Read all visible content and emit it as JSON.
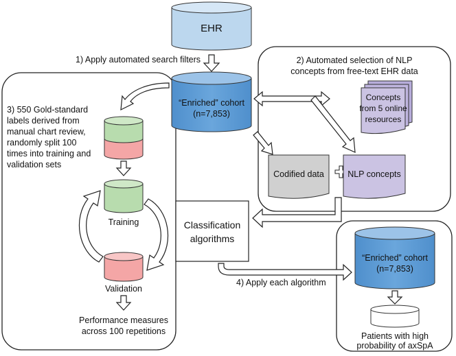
{
  "ehr": {
    "label": "EHR"
  },
  "step1": {
    "label": "1) Apply automated search filters"
  },
  "step2": {
    "line1": "2) Automated selection of NLP",
    "line2": "concepts from free-text EHR data"
  },
  "step3": {
    "lines": [
      "3) 550 Gold-standard",
      "labels derived from",
      "manual chart review,",
      "randomly split 100",
      "times into training and",
      "validation sets"
    ]
  },
  "step4": {
    "label": "4) Apply each algorithm"
  },
  "enriched_cohort": {
    "line1": "“Enriched” cohort",
    "line2": "(n=7,853)"
  },
  "concepts_doc": {
    "line1": "Concepts",
    "line2": "from 5 online",
    "line3": "resources"
  },
  "codified": {
    "label": "Codified data"
  },
  "plus": {
    "label": "+"
  },
  "nlp": {
    "label": "NLP concepts"
  },
  "training": {
    "label": "Training"
  },
  "validation": {
    "label": "Validation"
  },
  "performance": {
    "line1": "Performance measures",
    "line2": "across 100 repetitions"
  },
  "classification": {
    "line1": "Classification",
    "line2": "algorithms"
  },
  "enriched_cohort_2": {
    "line1": "“Enriched” cohort",
    "line2": "(n=7,853)"
  },
  "patients": {
    "line1": "Patients with high",
    "line2": "probability of axSpA"
  },
  "colors": {
    "light_blue": "#bcd7ee",
    "mid_blue": "#5b9bd5",
    "green": "#b8dcae",
    "red": "#f4a6a6",
    "purple": "#cbc3e3",
    "gray": "#d0d0d0"
  }
}
